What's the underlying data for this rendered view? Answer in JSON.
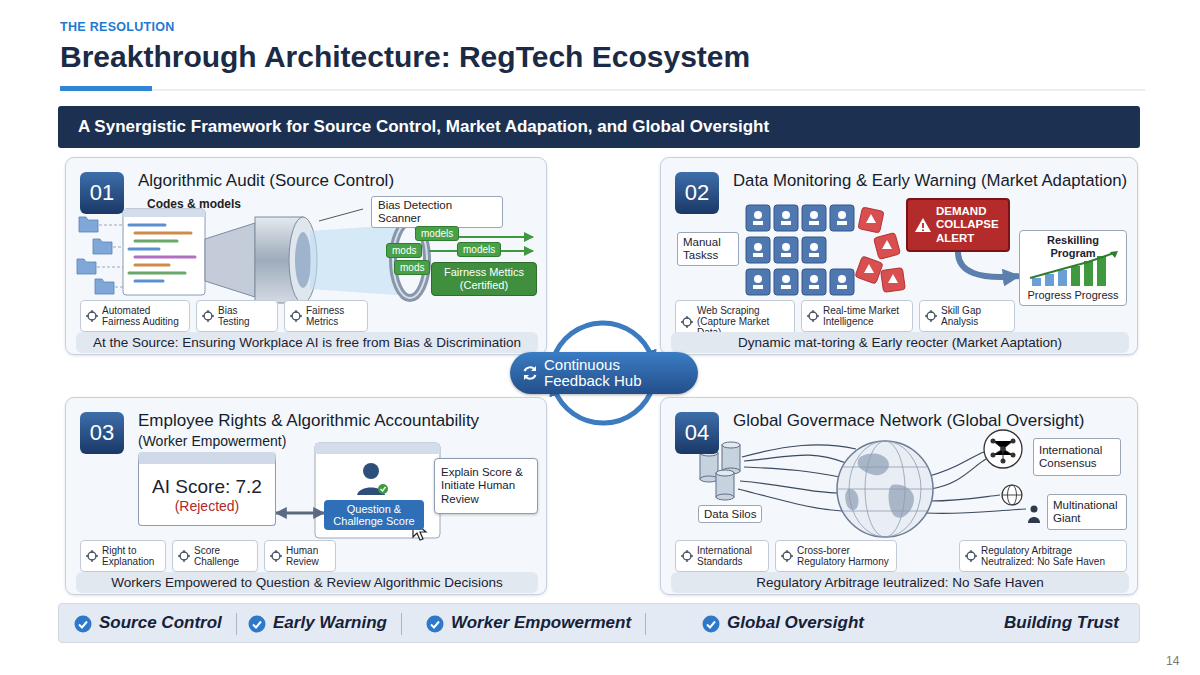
{
  "diagram": {
    "title": "Breakthrough Architecture: RegTech Ecosystem",
    "nodes": [
      {
        "text": [
          "A Synergistic Framework for Source Control, Market Adapation, and Global Oversight"
        ]
      },
      {
        "text": [
          "Algorithmic Audit (Source Control)"
        ]
      },
      {
        "text": [
          "01"
        ],
        "in": 1
      },
      {
        "text": [
          "Bias Detection Scanner"
        ],
        "in": 1
      },
      {
        "text": [
          "Fairness Mettics (Certified)"
        ],
        "in": 1
      },
      {
        "text": [
          "Automated Fairness Auditing"
        ],
        "in": 1
      },
      {
        "text": [
          "Bias Testing"
        ],
        "in": 1
      },
      {
        "text": [
          "Fairness Metrics"
        ],
        "in": 1
      },
      {
        "text": [
          "At the Source: Ensuring Workplace AI is free from Bias & Discrimination"
        ],
        "in": 1
      },
      {
        "text": [
          "Data Monitoring & Early Warning (Market Adaptation)"
        ]
      },
      {
        "text": [
          "02"
        ],
        "in": 9
      },
      {
        "text": [
          "Manual Taskss"
        ],
        "in": 9
      },
      {
        "text": [
          "DEMAND COLLAPSE ALERT"
        ],
        "in": 9
      },
      {
        "text": [
          "Reskilling Program",
          "Progress Progress"
        ],
        "in": 9
      },
      {
        "text": [
          "Web Scraping (Capture Market Data)"
        ],
        "in": 9
      },
      {
        "text": [
          "Real-time Market Intelligence"
        ],
        "in": 9
      },
      {
        "text": [
          "Skill Gap Analysis"
        ],
        "in": 9
      },
      {
        "text": [
          "Dynamic mat-toring & Early reocter (Market Aaptation)"
        ],
        "in": 9
      },
      {
        "text": [
          "Continuous Feedback Hub"
        ]
      },
      {
        "text": [
          "Employee Rights & Algorithmic Accountability",
          "(Worker Empowerment)"
        ]
      },
      {
        "text": [
          "03"
        ],
        "in": 19
      },
      {
        "text": [
          "AI Score: 7.2",
          "(Rejected)"
        ],
        "in": 19
      },
      {
        "text": [
          "Question & Challenge Score"
        ],
        "in": 19
      },
      {
        "text": [
          "Explain Score & Initiate Human Review"
        ],
        "in": 19
      },
      {
        "text": [
          "Right to Explanation"
        ],
        "in": 19
      },
      {
        "text": [
          "Score Challenge"
        ],
        "in": 19
      },
      {
        "text": [
          "Human Review"
        ],
        "in": 19
      },
      {
        "text": [
          "Workers Empowered to Question & Review Algorithmic Decisions"
        ],
        "in": 19
      },
      {
        "text": [
          "Global Govermace Network (Global Oversight)"
        ]
      },
      {
        "text": [
          "04"
        ],
        "in": 28
      },
      {
        "text": [
          "International Consensus"
        ],
        "in": 28
      },
      {
        "text": [
          "Multinational Giant"
        ],
        "in": 28
      },
      {
        "text": [
          "International Standards"
        ],
        "in": 28
      },
      {
        "text": [
          "Cross-borer Regulatory Harmony"
        ],
        "in": 28
      },
      {
        "text": [
          "Regulatory Arbitrage Neutralized: No Safe Haven"
        ],
        "in": 28
      },
      {
        "text": [
          "Regulatory Arbitrage leutralized: No Safe Haven"
        ],
        "in": 28
      },
      {
        "text": [
          "Source Control",
          "Early Warning",
          "Worker Empowerment",
          "Global Oversight",
          "Building Trust"
        ]
      }
    ],
    "edges": [
      {
        "from": 21,
        "to": 22,
        "arrow": "both"
      },
      {
        "from": 12,
        "to": 13,
        "arrow": "to"
      }
    ],
    "labels": [
      "THE RESOLUTION",
      "Codes & models",
      "models",
      "mods",
      "models",
      "mods",
      "Data Silos",
      "14"
    ]
  }
}
